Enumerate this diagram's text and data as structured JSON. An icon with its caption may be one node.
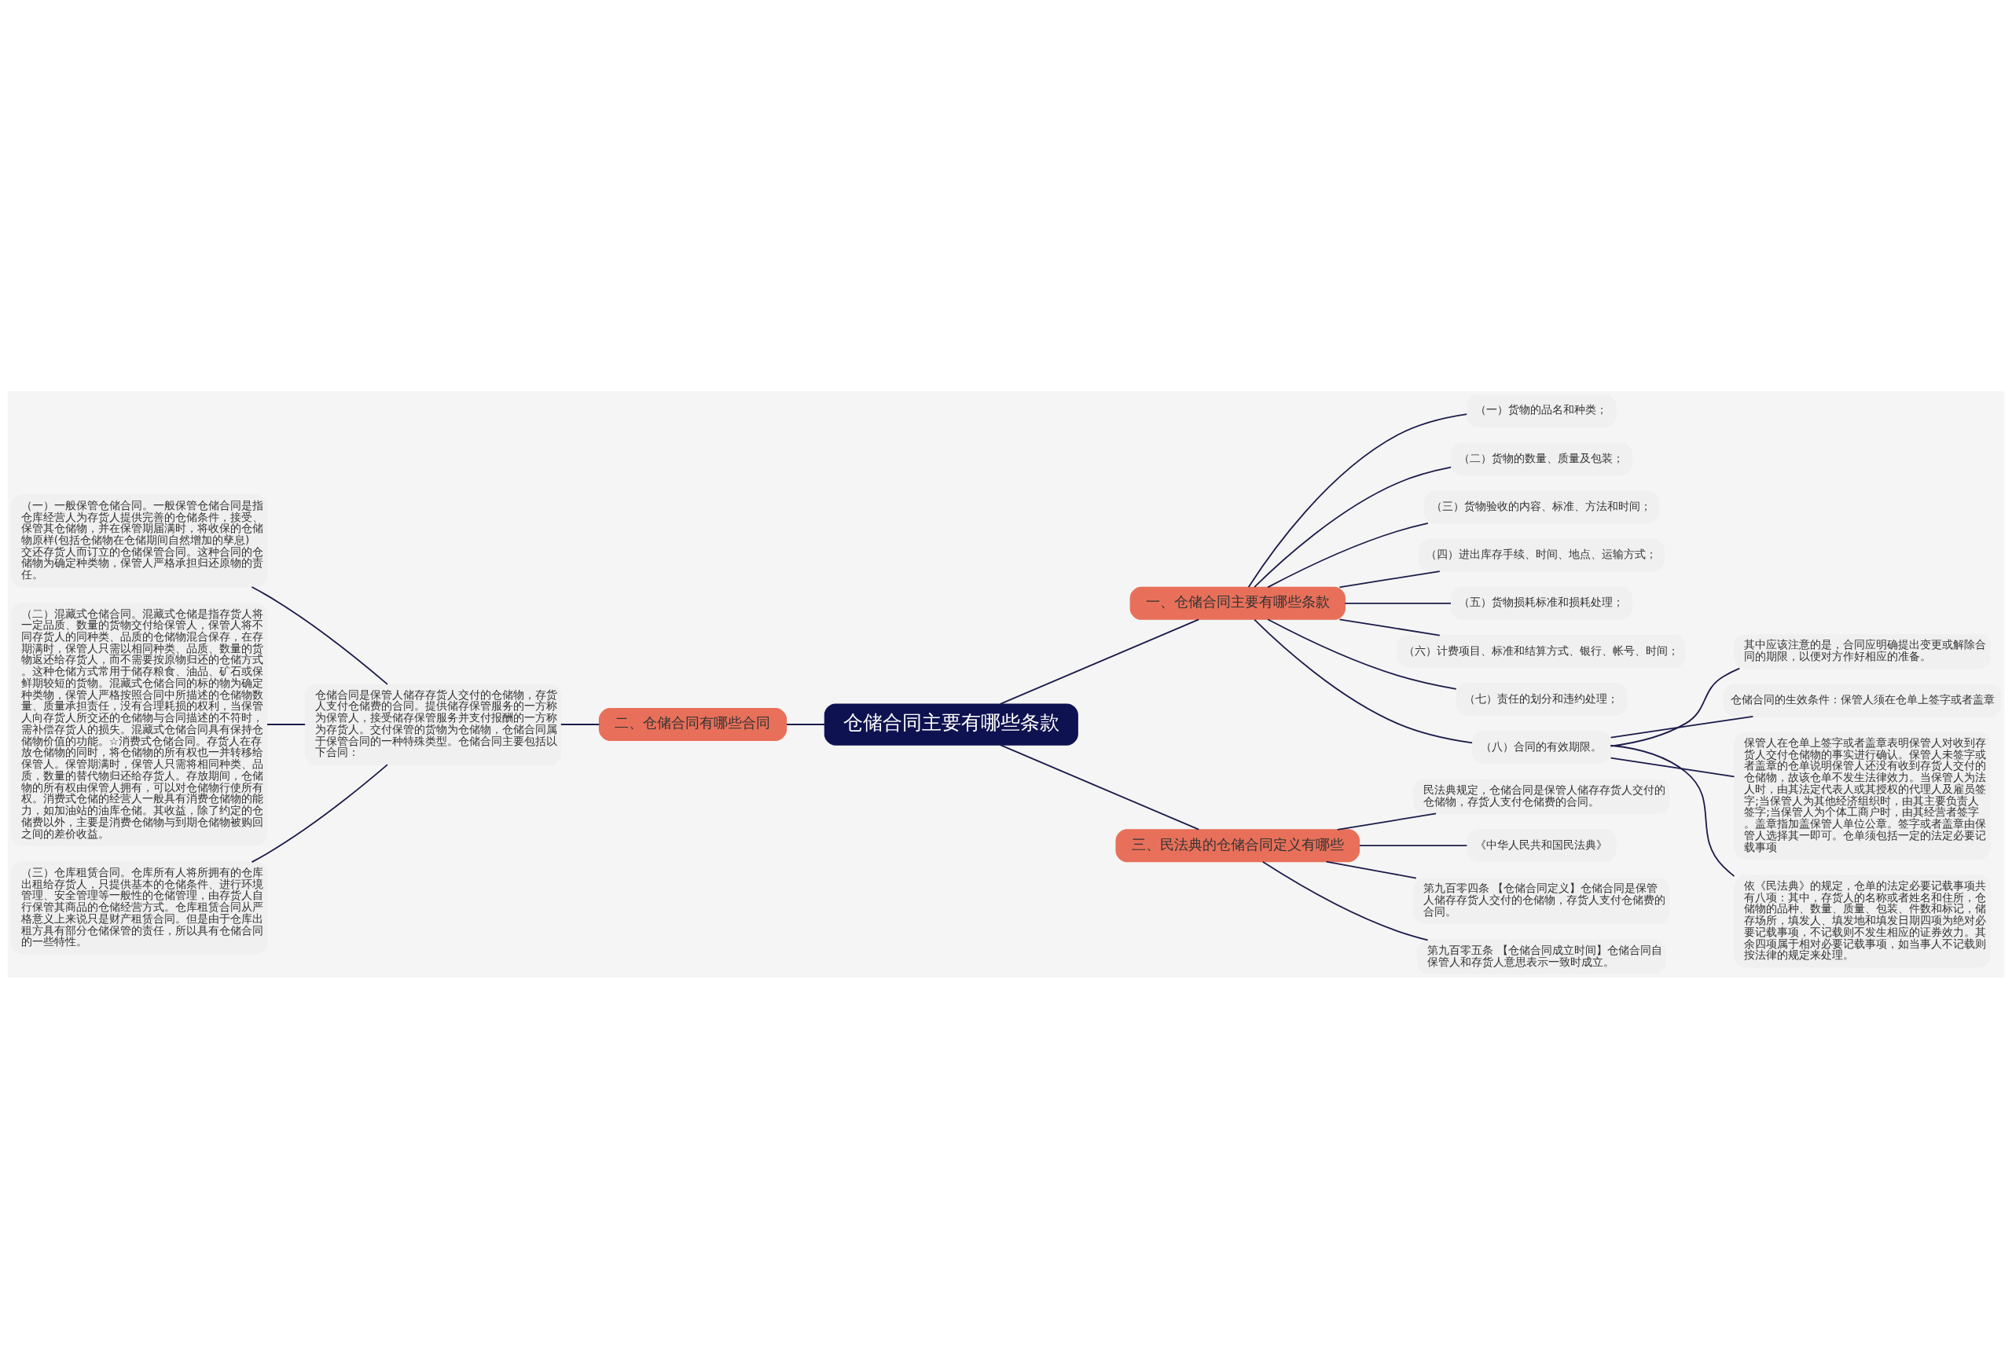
{
  "diagram": {
    "nodes": [
      {
        "text": [
          "仓储合同主要有哪些条款"
        ]
      },
      {
        "text": [
          "一、仓储合同主要有哪些条款"
        ]
      },
      {
        "text": [
          "（一）货物的品名和种类；"
        ]
      },
      {
        "text": [
          "（二）货物的数量、质量及包装；"
        ]
      },
      {
        "text": [
          "（三）货物验收的内容、标准、方法和时间；"
        ]
      },
      {
        "text": [
          "（四）进出库存手续、时间、地点、运输方式；"
        ]
      },
      {
        "text": [
          "（五）货物损耗标准和损耗处理；"
        ]
      },
      {
        "text": [
          "（六）计费项目、标准和结算方式、银行、帐号、时间；"
        ]
      },
      {
        "text": [
          "（七）责任的划分和违约处理；"
        ]
      },
      {
        "text": [
          "（八）合同的有效期限。"
        ]
      },
      {
        "text": [
          "其中应该注意的是，合同应明确提出变更或解除合同的期限，以便对方作好相应的准备。"
        ]
      },
      {
        "text": [
          "仓储合同的生效条件：保管人须在仓单上签字或者盖章"
        ]
      },
      {
        "text": [
          "保管人在仓单上签字或者盖章表明保管人对收到存货人交付仓储物的事实进行确认。保管人未签字或者盖章的仓单说明保管人还没有收到存货人交付的仓储物，故该仓单不发生法律效力。当保管人为法人时，由其法定代表人或其授权的代理人及雇员签字;当保管人为其他经济组织时，由其主要负责人签字;当保管人为个体工商户时，由其经营者签字。盖章指加盖保管人单位公章。签字或者盖章由保管人选择其一即可。仓单须包括一定的法定必要记载事项"
        ]
      },
      {
        "text": [
          "依《民法典》的规定，仓单的法定必要记载事项共有八项：其中，存货人的名称或者姓名和住所，仓储物的品种、数量、质量、包装、件数和标记，储存场所，填发人、填发地和填发日期四项为绝对必要记载事项，不记载则不发生相应的证券效力。其余四项属于相对必要记载事项，如当事人不记载则按法律的规定来处理。"
        ]
      },
      {
        "text": [
          "二、仓储合同有哪些合同"
        ]
      },
      {
        "text": [
          "仓储合同是保管人储存存货人交付的仓储物，存货人支付仓储费的合同。提供储存保管服务的一方称为保管人，接受储存保管服务并支付报酬的一方称为存货人。交付保管的货物为仓储物，仓储合同属于保管合同的一种特殊类型。仓储合同主要包括以下合同："
        ]
      },
      {
        "text": [
          "（一）一般保管仓储合同。一般保管仓储合同是指仓库经营人为存货人提供完善的仓储条件，接受、保管其仓储物，并在保管期届满时，将收保的仓储物原样(包括仓储物在仓储期间自然增加的孳息)交还存货人而订立的仓储保管合同。这种合同的仓储物为确定种类物，保管人严格承担归还原物的责任。"
        ]
      },
      {
        "text": [
          "（二）混藏式仓储合同。混藏式仓储是指存货人将一定品质、数量的货物交付给保管人，保管人将不同存货人的同种类、品质的仓储物混合保存，在存期满时，保管人只需以相同种类、品质、数量的货物返还给存货人，而不需要按原物归还的仓储方式。这种仓储方式常用于储存粮食、油品、矿石或保鲜期较短的货物。混藏式仓储合同的标的物为确定种类物，保管人严格按照合同中所描述的仓储物数量、质量承担责任，没有合理耗损的权利，当保管人向存货人所交还的仓储物与合同描述的不符时，需补偿存货人的损失。混藏式仓储合同具有保持仓储物价值的功能。☆消费式仓储合同。存货人在存放仓储物的同时，将仓储物的所有权也一并转移给保管人。保管期满时，保管人只需将相同种类、品质，数量的替代物归还给存货人。存放期间，仓储物的所有权由保管人拥有，可以对仓储物行使所有权。消费式仓储的经营人一般具有消费仓储物的能力，如加油站的油库仓储。其收益，除了约定的仓储费以外，主要是消费仓储物与到期仓储物被购回之间的差价收益。"
        ]
      },
      {
        "text": [
          "（三）仓库租赁合同。仓库所有人将所拥有的仓库出租给存货人，只提供基本的仓储条件、进行环境管理、安全管理等一般性的仓储管理，由存货人自行保管其商品的仓储经营方式。仓库租赁合同从严格意义上来说只是财产租赁合同。但是由于仓库出租方具有部分仓储保管的责任，所以具有仓储合同的一些特性。"
        ]
      },
      {
        "text": [
          "三、民法典的仓储合同定义有哪些"
        ]
      },
      {
        "text": [
          "民法典规定，仓储合同是保管人储存存货人交付的仓储物，存货人支付仓储费的合同。"
        ]
      },
      {
        "text": [
          "《中华人民共和国民法典》"
        ]
      },
      {
        "text": [
          "第九百零四条 【仓储合同定义】仓储合同是保管人储存存货人交付的仓储物，存货人支付仓储费的合同。"
        ]
      },
      {
        "text": [
          "第九百零五条 【仓储合同成立时间】仓储合同自保管人和存货人意思表示一致时成立。"
        ]
      }
    ],
    "edges": [
      {
        "from": 0,
        "to": 1,
        "arrow": "none"
      },
      {
        "from": 1,
        "to": 2,
        "arrow": "none"
      },
      {
        "from": 1,
        "to": 3,
        "arrow": "none"
      },
      {
        "from": 1,
        "to": 4,
        "arrow": "none"
      },
      {
        "from": 1,
        "to": 5,
        "arrow": "none"
      },
      {
        "from": 1,
        "to": 6,
        "arrow": "none"
      },
      {
        "from": 1,
        "to": 7,
        "arrow": "none"
      },
      {
        "from": 1,
        "to": 8,
        "arrow": "none"
      },
      {
        "from": 1,
        "to": 9,
        "arrow": "none"
      },
      {
        "from": 9,
        "to": 10,
        "arrow": "none"
      },
      {
        "from": 9,
        "to": 11,
        "arrow": "none"
      },
      {
        "from": 9,
        "to": 12,
        "arrow": "none"
      },
      {
        "from": 9,
        "to": 13,
        "arrow": "none"
      },
      {
        "from": 0,
        "to": 14,
        "arrow": "none"
      },
      {
        "from": 14,
        "to": 15,
        "arrow": "none"
      },
      {
        "from": 15,
        "to": 16,
        "arrow": "none"
      },
      {
        "from": 15,
        "to": 17,
        "arrow": "none"
      },
      {
        "from": 15,
        "to": 18,
        "arrow": "none"
      },
      {
        "from": 0,
        "to": 19,
        "arrow": "none"
      },
      {
        "from": 19,
        "to": 20,
        "arrow": "none"
      },
      {
        "from": 19,
        "to": 21,
        "arrow": "none"
      },
      {
        "from": 19,
        "to": 22,
        "arrow": "none"
      },
      {
        "from": 19,
        "to": 23,
        "arrow": "none"
      }
    ]
  }
}
